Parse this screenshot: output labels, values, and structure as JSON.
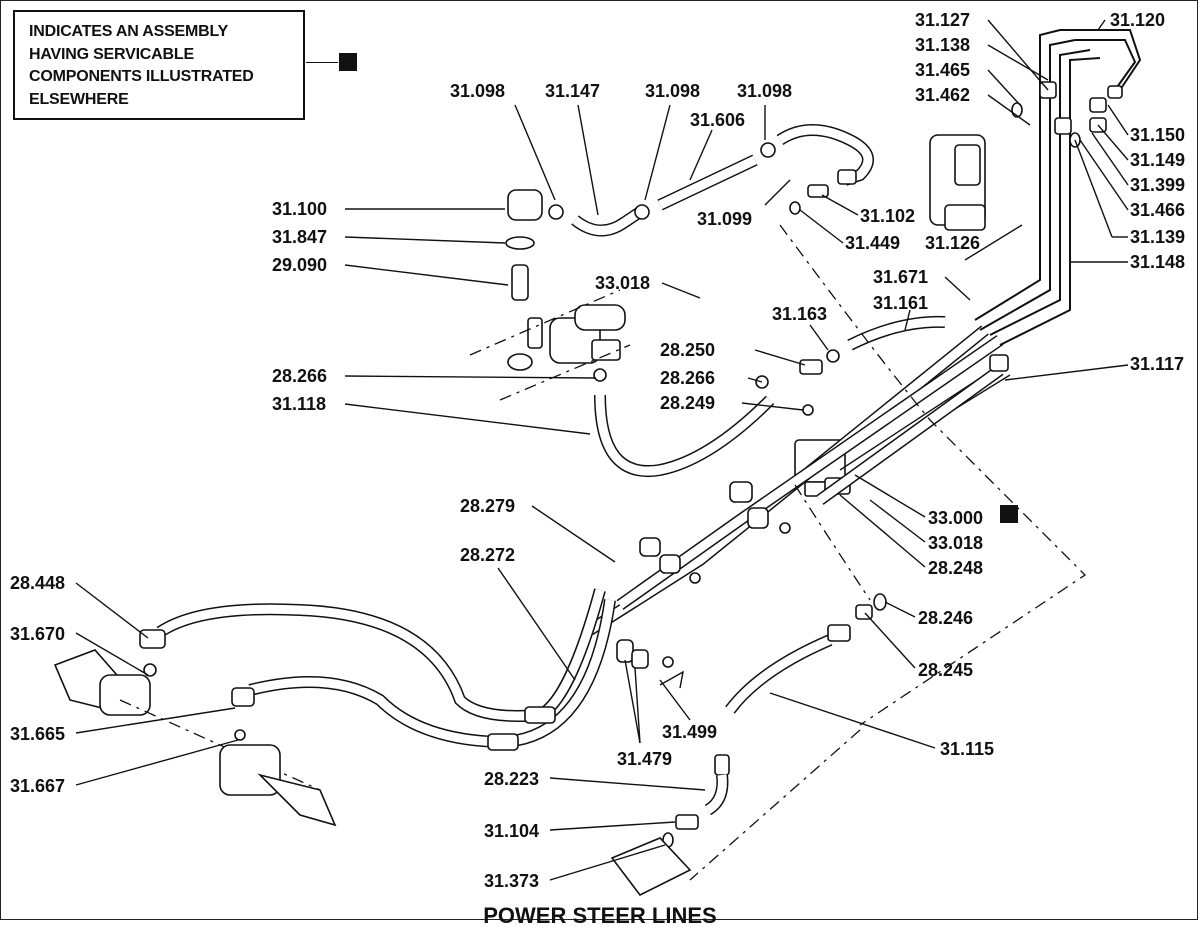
{
  "legend": {
    "lines": [
      "INDICATES AN ASSEMBLY",
      "HAVING SERVICABLE",
      "COMPONENTS ILLUSTRATED",
      "ELSEWHERE"
    ]
  },
  "title": "POWER STEER LINES",
  "labels": {
    "p31_127": "31.127",
    "p31_120": "31.120",
    "p31_138": "31.138",
    "p31_465": "31.465",
    "p31_462": "31.462",
    "p31_150": "31.150",
    "p31_149": "31.149",
    "p31_399": "31.399",
    "p31_466": "31.466",
    "p31_139": "31.139",
    "p31_148": "31.148",
    "p31_126": "31.126",
    "p31_098a": "31.098",
    "p31_147": "31.147",
    "p31_098b": "31.098",
    "p31_098c": "31.098",
    "p31_606": "31.606",
    "p31_100": "31.100",
    "p31_847": "31.847",
    "p29_090": "29.090",
    "p31_099": "31.099",
    "p31_102": "31.102",
    "p31_449": "31.449",
    "p33_018a": "33.018",
    "p31_671": "31.671",
    "p31_161": "31.161",
    "p31_163": "31.163",
    "p28_250": "28.250",
    "p28_266a": "28.266",
    "p28_266b": "28.266",
    "p31_118": "31.118",
    "p28_249": "28.249",
    "p31_117": "31.117",
    "p28_279": "28.279",
    "p33_000": "33.000",
    "p33_018b": "33.018",
    "p28_248": "28.248",
    "p28_272": "28.272",
    "p28_448": "28.448",
    "p31_670": "31.670",
    "p28_246": "28.246",
    "p28_245": "28.245",
    "p31_665": "31.665",
    "p31_499": "31.499",
    "p31_667": "31.667",
    "p31_479": "31.479",
    "p31_115": "31.115",
    "p28_223": "28.223",
    "p31_104": "31.104",
    "p31_373": "31.373"
  }
}
